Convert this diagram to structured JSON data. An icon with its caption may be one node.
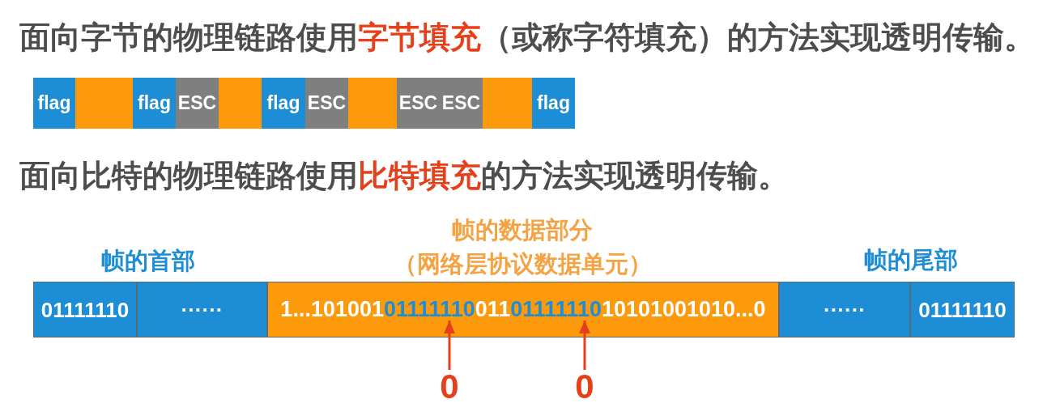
{
  "diagram": {
    "nodes": [
      {
        "text": [
          "flag"
        ]
      },
      {
        "text": [],
        "shape": "box"
      },
      {
        "text": [
          "flag"
        ]
      },
      {
        "text": [
          "ESC"
        ]
      },
      {
        "text": [],
        "shape": "box"
      },
      {
        "text": [
          "flag"
        ]
      },
      {
        "text": [
          "ESC"
        ]
      },
      {
        "text": [],
        "shape": "box"
      },
      {
        "text": [
          "ESC"
        ]
      },
      {
        "text": [
          "ESC"
        ]
      },
      {
        "text": [],
        "shape": "box"
      },
      {
        "text": [
          "flag"
        ]
      },
      {
        "text": [
          "01111110"
        ]
      },
      {
        "text": [
          "······"
        ]
      },
      {
        "text": [
          "1...101001",
          "011",
          "10101001010...0"
        ],
        "beside": [
          "帧的数据部分",
          "（网络层协议数据单元）"
        ]
      },
      {
        "text": [
          "01111110"
        ],
        "in": 14
      },
      {
        "text": [
          "01111110"
        ],
        "in": 14
      },
      {
        "text": [
          "······"
        ]
      },
      {
        "text": [
          "01111110"
        ]
      },
      {
        "text": [
          "0"
        ]
      },
      {
        "text": [
          "0"
        ]
      }
    ],
    "edges": [
      {
        "from": 19,
        "to": 15,
        "arrow": "to"
      },
      {
        "from": 20,
        "to": 16,
        "arrow": "to"
      }
    ],
    "labels": [
      "面向字节的物理链路使用**字节填充**（或称字符填充）的方法实现透明传输。",
      "面向比特的物理链路使用**比特填充**的方法实现透明传输。",
      "帧的首部",
      "帧的尾部"
    ]
  }
}
